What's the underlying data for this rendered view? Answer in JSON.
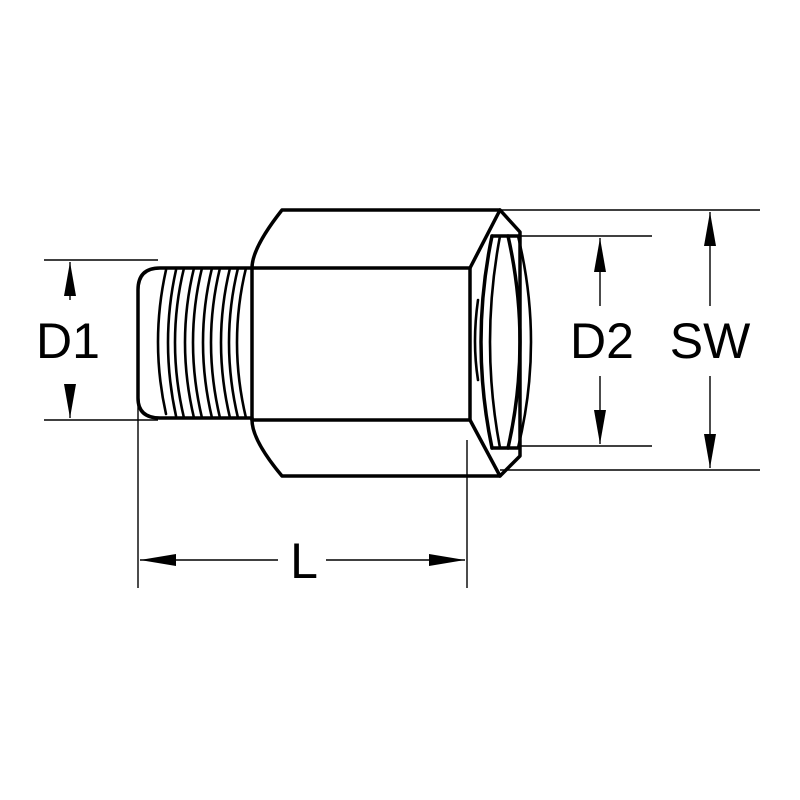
{
  "diagram": {
    "labels": {
      "d1": "D1",
      "d2": "D2",
      "sw": "SW",
      "l": "L"
    },
    "colors": {
      "line": "#000000",
      "background": "#ffffff"
    }
  }
}
